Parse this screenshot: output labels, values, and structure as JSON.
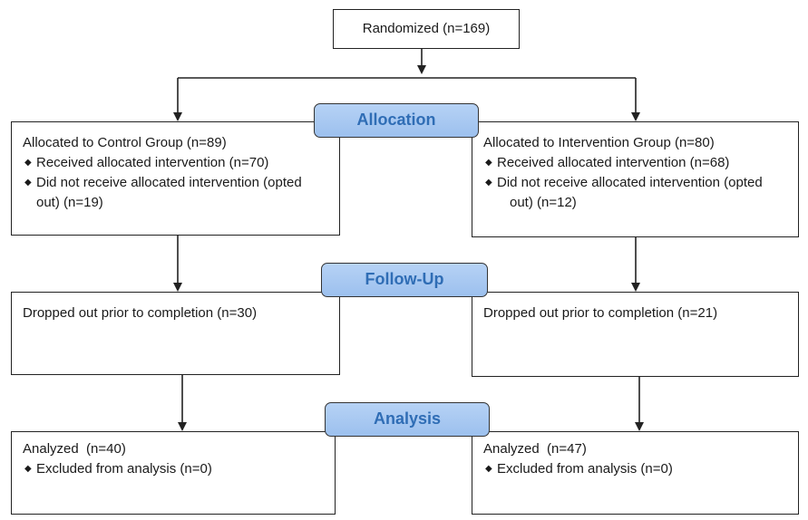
{
  "randomized": {
    "text": "Randomized (n=169)"
  },
  "stages": {
    "allocation": "Allocation",
    "follow_up": "Follow-Up",
    "analysis": "Analysis"
  },
  "control": {
    "allocation": {
      "title": "Allocated to Control Group (n=89)",
      "bullets": [
        "Received allocated intervention (n=70)",
        "Did not receive allocated intervention (opted",
        "out) (n=19)"
      ]
    },
    "follow_up": {
      "text": "Dropped out prior to completion (n=30)"
    },
    "analysis": {
      "title": "Analyzed  (n=40)",
      "bullet": "Excluded from analysis (n=0)"
    }
  },
  "intervention": {
    "allocation": {
      "title": "Allocated to Intervention Group (n=80)",
      "bullets": [
        "Received allocated intervention (n=68)",
        "Did not receive allocated intervention (opted",
        "out) (n=12)"
      ]
    },
    "follow_up": {
      "text": "Dropped out prior to completion (n=21)"
    },
    "analysis": {
      "title": "Analyzed  (n=47)",
      "bullet": "Excluded from analysis (n=0)"
    }
  },
  "bullet_glyph": "◆",
  "colors": {
    "stage_fill": "#a9caf2",
    "stage_text": "#2f6db5",
    "line": "#222222"
  }
}
